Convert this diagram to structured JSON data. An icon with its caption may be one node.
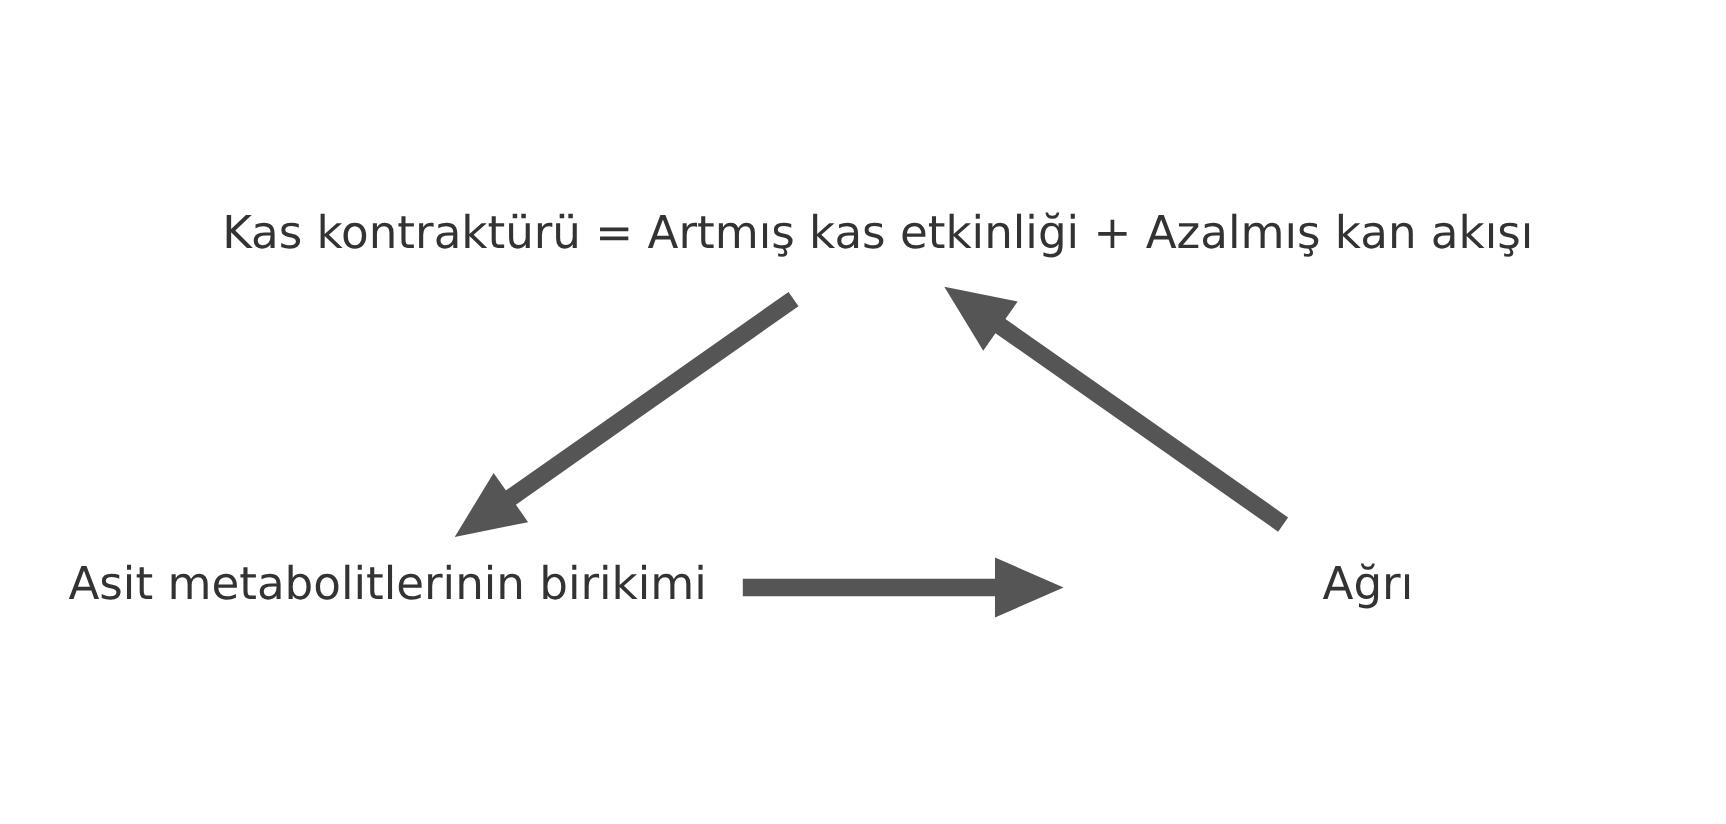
{
  "diagram": {
    "nodes": [
      {
        "text": [
          "Kas kontraktürü = Artmış kas etkinliği + Azalmış kan akışı"
        ]
      },
      {
        "text": [
          "Asit metabolitlerinin birikimi"
        ]
      },
      {
        "text": [
          "Ağrı"
        ]
      }
    ],
    "edges": [
      {
        "from": 0,
        "to": 1,
        "arrow": "to"
      },
      {
        "from": 1,
        "to": 2,
        "arrow": "to"
      },
      {
        "from": 2,
        "to": 0,
        "arrow": "to"
      }
    ]
  }
}
